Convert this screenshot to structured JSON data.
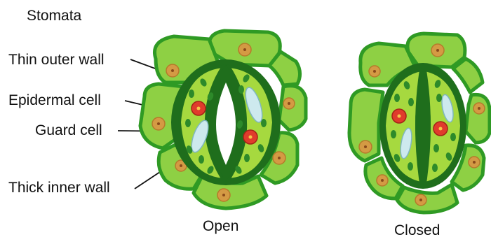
{
  "title": "Stomata",
  "labels": {
    "thin_outer_wall": "Thin outer wall",
    "epidermal_cell": "Epidermal cell",
    "guard_cell": "Guard cell",
    "thick_inner_wall": "Thick inner wall"
  },
  "captions": {
    "open": "Open",
    "closed": "Closed"
  },
  "colors": {
    "outline": "#2f9a24",
    "epidermal_fill": "#8ed044",
    "guard_fill": "#a6d93f",
    "guard_dark": "#1f6e1c",
    "chloroplast": "#2d8a2a",
    "nucleus_epidermal": "#d49a44",
    "nucleus_guard": "#e03b2c",
    "vacuole": "#cde9ee",
    "pore": "#ffffff"
  }
}
